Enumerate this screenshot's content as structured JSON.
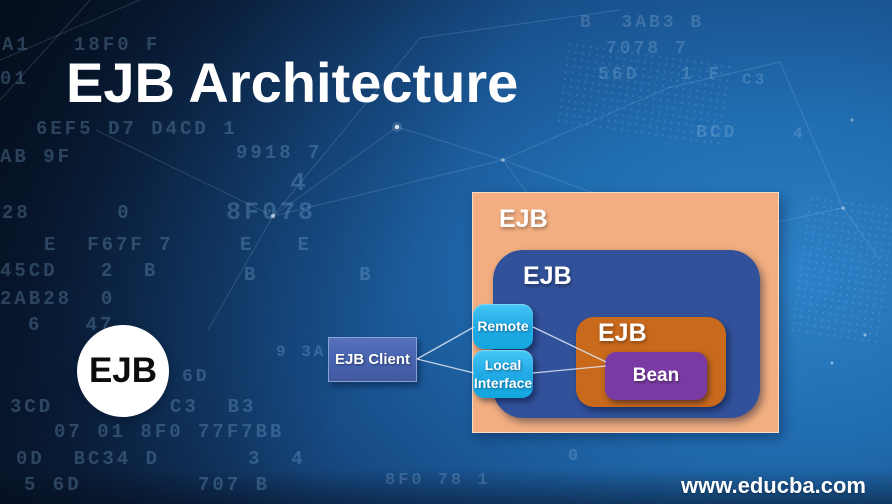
{
  "title": "EJB Architecture",
  "badge": {
    "label": "EJB"
  },
  "footer": {
    "website": "www.educba.com"
  },
  "diagram": {
    "outer": {
      "label": "EJB",
      "color": "#f2ae80"
    },
    "middle": {
      "label": "EJB",
      "color": "#31519a"
    },
    "inner": {
      "label": "EJB",
      "color": "#c8691c"
    },
    "bean": {
      "label": "Bean",
      "color": "#7a3aa4"
    },
    "client": {
      "label": "EJB Client",
      "color": "#4763b1"
    },
    "remote": {
      "label": "Remote",
      "color": "#22aae6"
    },
    "local": {
      "label": "Local Interface",
      "color": "#22aae6"
    },
    "connections": [
      "EJB Client -> Remote",
      "EJB Client -> Local Interface",
      "Remote -> Bean",
      "Local Interface -> Bean"
    ]
  },
  "colors": {
    "background_dark": "#081527",
    "background_bright": "#2e82c8",
    "title_text": "#ffffff",
    "badge_bg": "#ffffff",
    "badge_text": "#0d0d0d",
    "connector_line": "#dfe8f5"
  },
  "bg": {
    "hex": [
      {
        "text": "A1   18F0 F"
      },
      {
        "text": "01"
      },
      {
        "text": "6EF5 D7 D4CD 1"
      },
      {
        "text": "AB 9F"
      },
      {
        "text": "9918 7"
      },
      {
        "text": "4"
      },
      {
        "text": "28      0"
      },
      {
        "text": "8F078"
      },
      {
        "text": "E  F67F 7"
      },
      {
        "text": "E   E"
      },
      {
        "text": "45CD   2  B"
      },
      {
        "text": "B       B"
      },
      {
        "text": "2AB28  0"
      },
      {
        "text": "6   47"
      },
      {
        "text": "B  3AB3 B"
      },
      {
        "text": "7078 7"
      },
      {
        "text": "56D   1 F"
      },
      {
        "text": "C3"
      },
      {
        "text": "BCD"
      },
      {
        "text": "4"
      },
      {
        "text": "9 3A"
      },
      {
        "text": "6D"
      },
      {
        "text": "3CD"
      },
      {
        "text": "C3  B3"
      },
      {
        "text": "07 01 8F0 77F7BB"
      },
      {
        "text": "0D  BC34 D"
      },
      {
        "text": "3  4"
      },
      {
        "text": "5 6D"
      },
      {
        "text": "707 B"
      },
      {
        "text": "8F0 78 1"
      },
      {
        "text": "0"
      }
    ]
  }
}
